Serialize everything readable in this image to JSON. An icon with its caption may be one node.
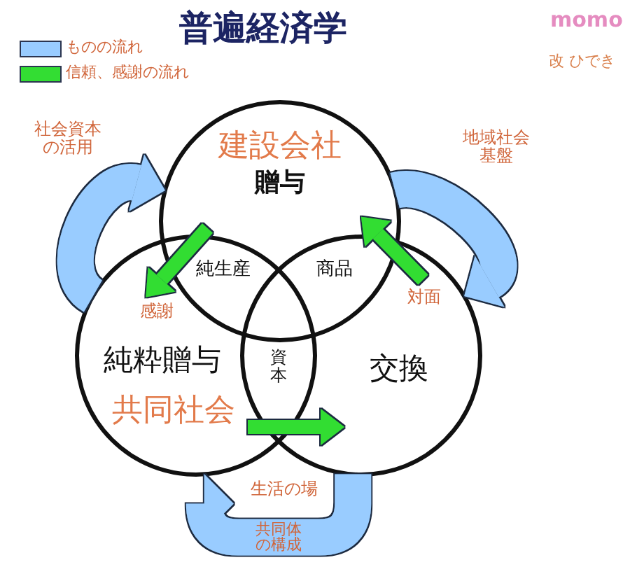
{
  "diagram": {
    "title": "普遍経済学",
    "nodes": [
      {
        "text": [
          "建設会社",
          "贈与"
        ]
      },
      {
        "text": [
          "純粋贈与",
          "共同社会"
        ]
      },
      {
        "text": [
          "交換"
        ]
      }
    ],
    "edges": [
      {
        "from": 0,
        "to": 1,
        "arrow": "to",
        "label": "感謝",
        "color": "#33dd33"
      },
      {
        "from": 2,
        "to": 0,
        "arrow": "to",
        "label": "対面",
        "color": "#33dd33"
      },
      {
        "from": 1,
        "to": 2,
        "arrow": "to",
        "label": "生活の場",
        "color": "#33dd33"
      },
      {
        "from": 1,
        "to": 0,
        "arrow": "to",
        "label": "社会資本の活用",
        "style": "thick",
        "color": "#99ccff"
      },
      {
        "from": 0,
        "to": 2,
        "arrow": "to",
        "label": "地域社会基盤",
        "style": "thick",
        "color": "#99ccff"
      },
      {
        "from": 2,
        "to": 1,
        "arrow": "to",
        "label": "共同体の構成",
        "style": "thick",
        "color": "#99ccff"
      }
    ],
    "labels": [
      "momo",
      "改 ひでき",
      "純生産",
      "商品",
      "資本"
    ],
    "legend": [
      {
        "text": "ものの流れ",
        "color": "#99ccff"
      },
      {
        "text": "信頼、感謝の流れ",
        "color": "#33dd33"
      }
    ]
  }
}
